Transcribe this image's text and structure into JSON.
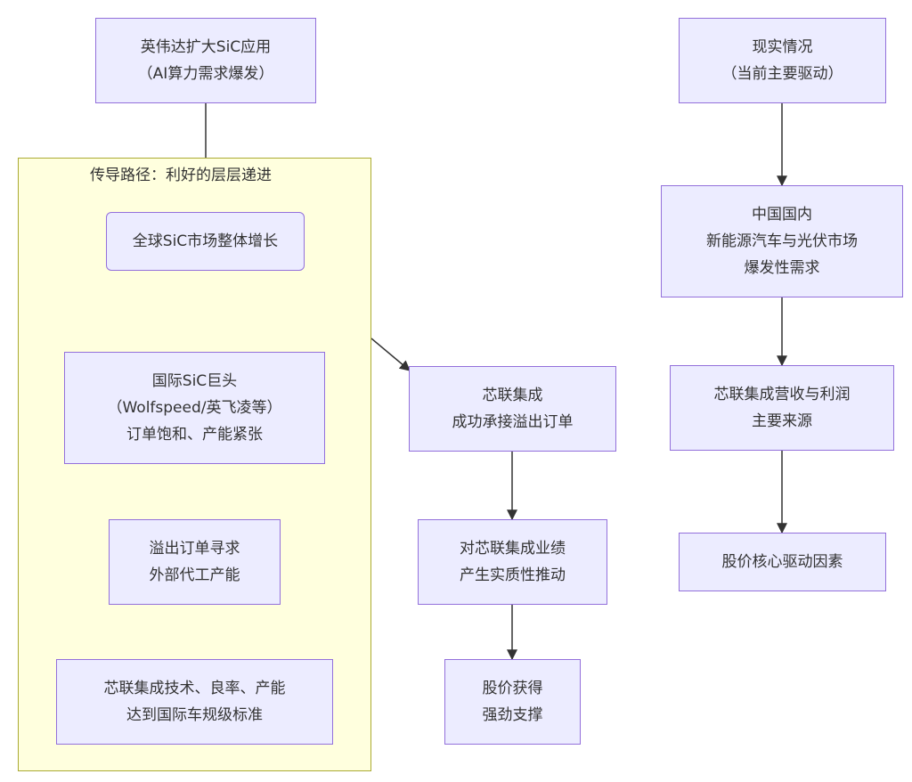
{
  "cluster": {
    "label": "传导路径：利好的层层递进"
  },
  "nodes": {
    "nvidia": {
      "lines": [
        "英伟达扩大SiC应用",
        "（AI算力需求爆发）"
      ]
    },
    "global": {
      "lines": [
        "全球SiC市场整体增长"
      ]
    },
    "giants": {
      "lines": [
        "国际SiC巨头",
        "（Wolfspeed/英飞凌等）",
        "订单饱和、产能紧张"
      ]
    },
    "overflow": {
      "lines": [
        "溢出订单寻求",
        "外部代工产能"
      ]
    },
    "standard": {
      "lines": [
        "芯联集成技术、良率、产能",
        "达到国际车规级标准"
      ]
    },
    "undertake": {
      "lines": [
        "芯联集成",
        "成功承接溢出订单"
      ]
    },
    "impact": {
      "lines": [
        "对芯联集成业绩",
        "产生实质性推动"
      ]
    },
    "support": {
      "lines": [
        "股价获得",
        "强劲支撑"
      ]
    },
    "reality": {
      "lines": [
        "现实情况",
        "（当前主要驱动）"
      ]
    },
    "domestic": {
      "lines": [
        "中国国内",
        "新能源汽车与光伏市场",
        "爆发性需求"
      ]
    },
    "revenue": {
      "lines": [
        "芯联集成营收与利润",
        "主要来源"
      ]
    },
    "core": {
      "lines": [
        "股价核心驱动因素"
      ]
    }
  },
  "colors": {
    "node_fill": "#ececff",
    "node_border": "#9370db",
    "cluster_fill": "#ffffde",
    "cluster_border": "#aaaa33",
    "edge": "#333333"
  }
}
